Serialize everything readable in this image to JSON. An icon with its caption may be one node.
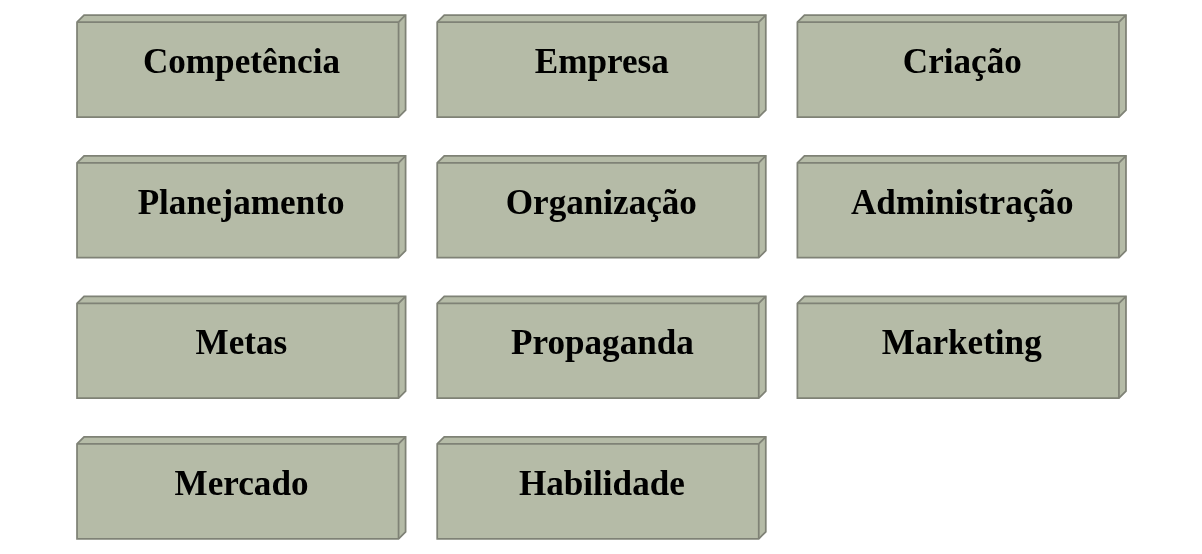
{
  "diagram": {
    "nodes": [
      {
        "text": [
          "Competência"
        ]
      },
      {
        "text": [
          "Empresa"
        ]
      },
      {
        "text": [
          "Criação"
        ]
      },
      {
        "text": [
          "Planejamento"
        ]
      },
      {
        "text": [
          "Organização"
        ]
      },
      {
        "text": [
          "Administração"
        ]
      },
      {
        "text": [
          "Metas"
        ]
      },
      {
        "text": [
          "Propaganda"
        ]
      },
      {
        "text": [
          "Marketing"
        ]
      },
      {
        "text": [
          "Mercado"
        ]
      },
      {
        "text": [
          "Habilidade"
        ]
      }
    ],
    "edges": []
  }
}
